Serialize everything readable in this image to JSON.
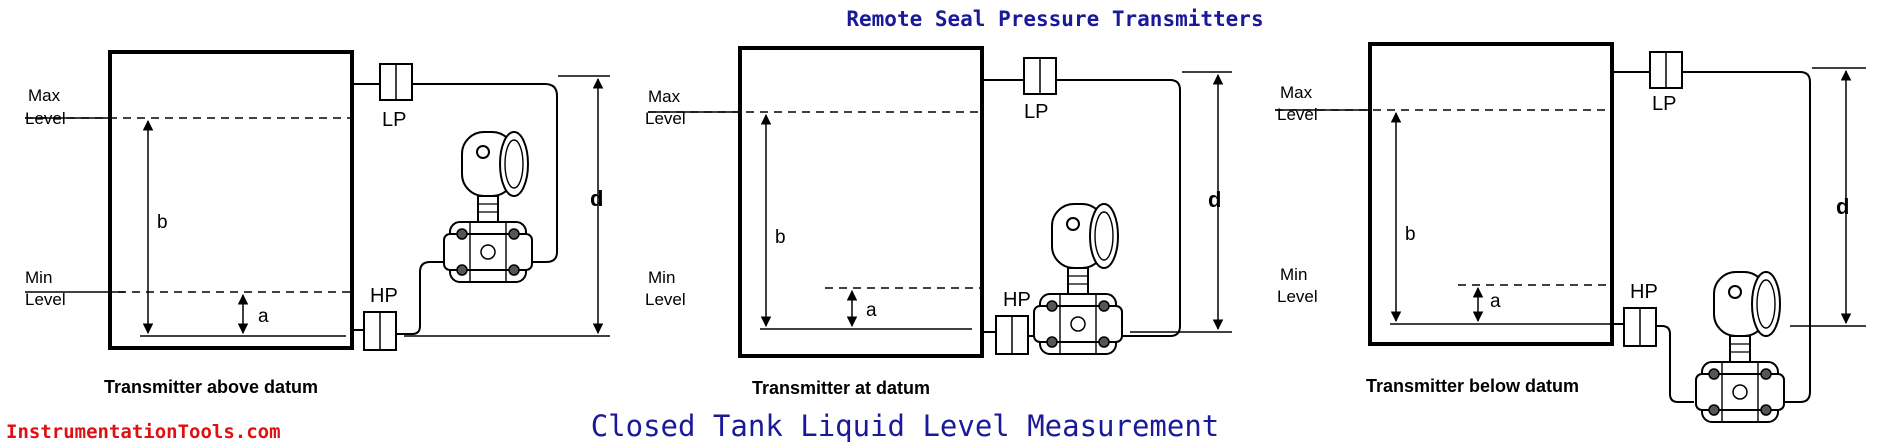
{
  "header": {
    "title": "Remote Seal Pressure Transmitters"
  },
  "footer": {
    "title": "Closed Tank Liquid Level Measurement",
    "brand": "InstrumentationTools.com"
  },
  "labels": {
    "max": [
      "Max",
      "Level"
    ],
    "min": [
      "Min",
      "Level"
    ],
    "lp": "LP",
    "hp": "HP",
    "b": "b",
    "a": "a",
    "d": "d"
  },
  "panels": [
    {
      "caption": "Transmitter above datum"
    },
    {
      "caption": "Transmitter at datum"
    },
    {
      "caption": "Transmitter below datum"
    }
  ]
}
